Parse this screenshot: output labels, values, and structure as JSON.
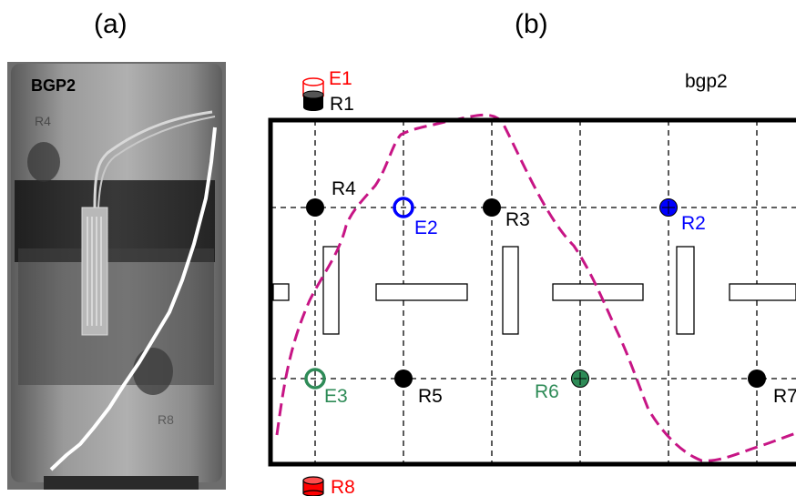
{
  "labels": {
    "a": "(a)",
    "b": "(b)"
  },
  "photo": {
    "specimen_label": "BGP2",
    "faint_marks": [
      "R4",
      "R8"
    ]
  },
  "diagram": {
    "title": "bgp2",
    "sensors": {
      "E1": "E1",
      "R1": "R1",
      "R4": "R4",
      "E2": "E2",
      "R3": "R3",
      "R2": "R2",
      "E3": "E3",
      "R5": "R5",
      "R6": "R6",
      "R7": "R7",
      "R8": "R8"
    }
  },
  "colors": {
    "red": "#ff0000",
    "blue": "#0000ff",
    "green": "#2e8b57",
    "crack": "#c71585",
    "black": "#000000"
  },
  "icons": {
    "photo": "photo-of-cylinder-specimen",
    "filled-marker": "circle-filled",
    "hollow-marker": "circle-hollow",
    "cylinder": "cylinder-icon"
  }
}
